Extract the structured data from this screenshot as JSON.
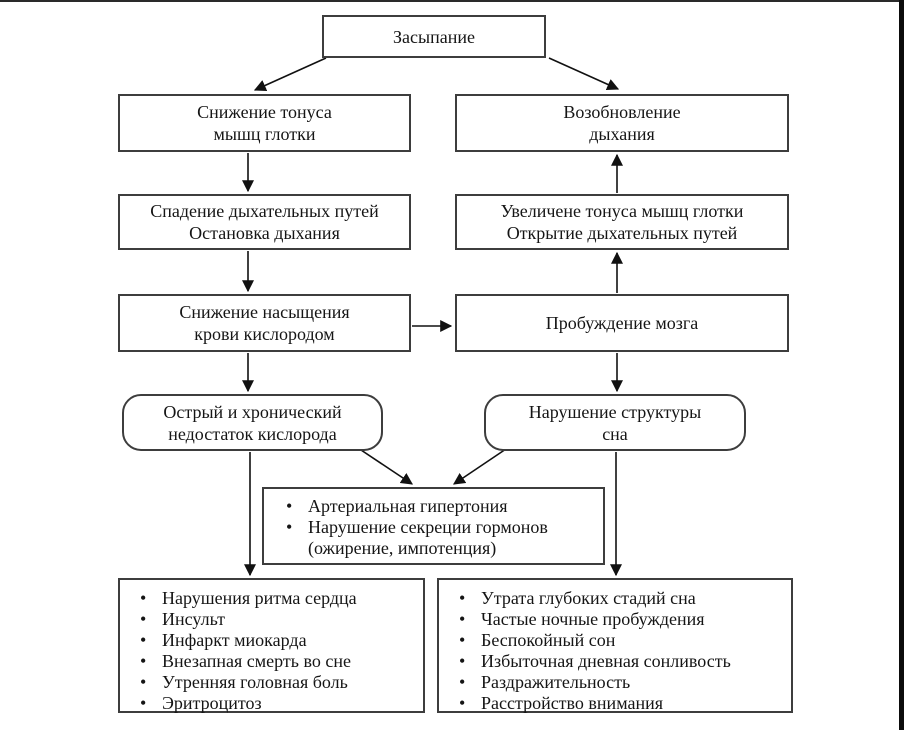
{
  "palette": {
    "ink": "#151515",
    "box_border": "#3d3d3d",
    "arrow": "#111111",
    "background": "#ffffff"
  },
  "icons": {
    "bullet": "•"
  },
  "diagram": {
    "nodes": {
      "falling_asleep": {
        "label": "Засыпание"
      },
      "decreased_tone": {
        "line1": "Снижение тонуса",
        "line2": "мышц глотки"
      },
      "resumed_breathing": {
        "line1": "Возобновление",
        "line2": "дыхания"
      },
      "airway_collapse": {
        "line1": "Спадение дыхательных путей",
        "line2": "Остановка дыхания"
      },
      "increased_tone": {
        "line1": "Увеличене тонуса мышц глотки",
        "line2": "Открытие дыхательных путей"
      },
      "oxygen_drop": {
        "line1": "Снижение насыщения",
        "line2": "крови кислородом"
      },
      "brain_arousal": {
        "label": "Пробуждение мозга"
      },
      "oxygen_deficiency": {
        "line1": "Острый и хронический",
        "line2": "недостаток кислорода"
      },
      "sleep_disruption": {
        "line1": "Нарушение структуры",
        "line2": "сна"
      },
      "systemic_effects": {
        "items": [
          "Артериальная гипертония",
          "Нарушение секреции гормонов"
        ],
        "note": "(ожирение, импотенция)"
      },
      "cardio_effects": {
        "items": [
          "Нарушения ритма сердца",
          "Инсульт",
          "Инфаркт миокарда",
          "Внезапная смерть во сне",
          "Утренняя головная боль",
          "Эритроцитоз"
        ]
      },
      "sleep_effects": {
        "items": [
          "Утрата глубоких стадий сна",
          "Частые ночные пробуждения",
          "Беспокойный сон",
          "Избыточная дневная сонливость",
          "Раздражительность",
          "Расстройство внимания"
        ]
      }
    }
  }
}
